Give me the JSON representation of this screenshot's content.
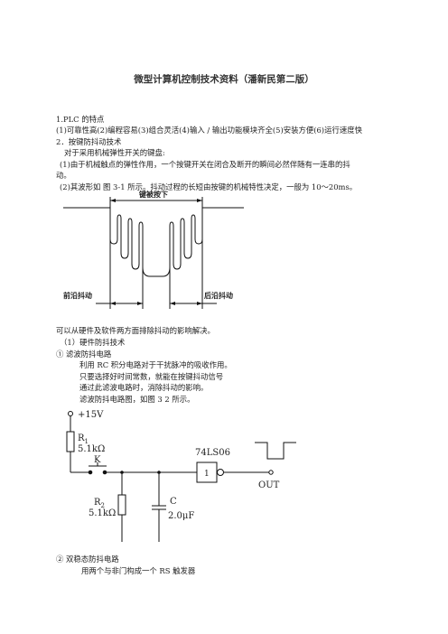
{
  "title": "微型计算机控制技术资料（潘新民第二版）",
  "lines": {
    "l1": "1.PLC 的特点",
    "l2": "(1)可靠性高(2)编程容易(3)组合灵活(4)输入 / 输出功能模块齐全(5)安装方便(6)运行速度快",
    "l3": "2．按键防抖动技术",
    "l4": "对于采用机械弹性开关的键盘:",
    "l5": "(1)由于机械触点的弹性作用，一个按键开关在闭合及断开的瞬间必然伴随有一连串的抖",
    "l6": "动。",
    "l7": "(2)其波形如  图 3-1  所示。抖动过程的长短由按键的机械特性决定，一般为  10～20ms。",
    "l8": "可以从硬件及软件两方面排除抖动的影响解决。",
    "l9": "（1）硬件防抖技术",
    "l10": "①  滤波防抖电路",
    "l11": "利用  RC  积分电路对于干扰脉冲的吸收作用。",
    "l12": "只要选择好时间常数，就能在按键抖动信号",
    "l13": "通过此滤波电路时，消除抖动的影响。",
    "l14": "滤波防抖电路图，如图 3    2 所示。",
    "l15": "②  双稳态防抖电路",
    "l16": "用两个与非门构成一个  RS  触发器"
  },
  "fig1": {
    "key_pressed": "键被按下",
    "leading_bounce": "前沿抖动",
    "trailing_bounce": "后沿抖动"
  },
  "fig2": {
    "vcc": "+15V",
    "r1_name": "R",
    "r1_sub": "1",
    "r1_value": "5.1kΩ",
    "switch": "K",
    "r2_name": "R",
    "r2_sub": "2",
    "r2_value": "5.1kΩ",
    "cap_name": "C",
    "cap_value": "2.0μF",
    "ic": "74LS06",
    "gate": "1",
    "out": "OUT"
  }
}
